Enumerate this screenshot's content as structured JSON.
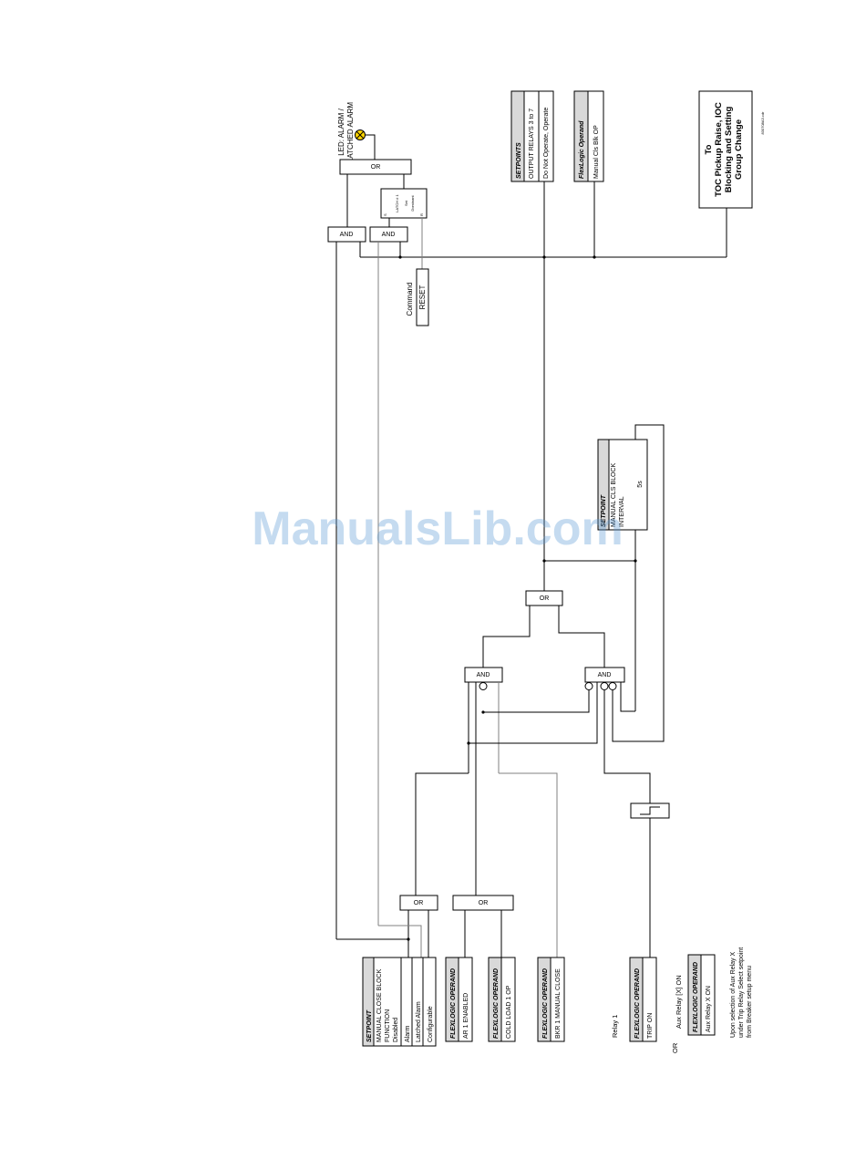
{
  "drawing_number": "830708A3.cdr",
  "to_box": {
    "line1": "To",
    "line2": "TOC Pickup Raise, IOC",
    "line3": "Blocking and Setting",
    "line4": "Group Change"
  },
  "output_relays": {
    "header": "SETPOINTS",
    "line1": "OUTPUT RELAYS 3 to 7",
    "line2": "Do Not Operate, Operate"
  },
  "flexlogic_top": {
    "header": "FlexLogic Operand",
    "line1": "Manual Cls Blk OP"
  },
  "led": {
    "line1": "LED: ALARM /",
    "line2": "LATCHED ALARM"
  },
  "latch": {
    "label": "LATCH # 1",
    "sub1": "Set",
    "sub2": "Dominant",
    "s": "S",
    "r": "R"
  },
  "reset": {
    "label": "RESET",
    "caption": "Command"
  },
  "gates": {
    "or_led": "OR",
    "and_a": "AND",
    "and_b": "AND",
    "or_mid": "OR",
    "and_left": "AND",
    "and_right": "AND",
    "or_bot1": "OR",
    "or_bot2": "OR"
  },
  "timer": {
    "header": "SETPOINT",
    "line1": "MANUAL CLS BLOCK",
    "line2": "INTERVAL",
    "value": "5s"
  },
  "setpoint_func": {
    "header": "SETPOINT",
    "line1": "MANUAL CLOSE BLOCK",
    "line2": "FUNCTION",
    "options": [
      "Disabled",
      "Alarm",
      "Latched Alarm",
      "Configurable"
    ]
  },
  "operand_ar": {
    "header": "FLEXLOGIC OPERAND",
    "value": "AR 1 ENABLED"
  },
  "operand_cold": {
    "header": "FLEXLOGIC OPERAND",
    "value": "COLD LOAD 1 OP"
  },
  "operand_bkr": {
    "header": "FLEXLOGIC OPERAND",
    "value": "BKR 1 MANUAL CLOSE"
  },
  "operand_trip": {
    "header": "FLEXLOGIC OPERAND",
    "value": "TRIP ON"
  },
  "operand_aux": {
    "header": "FLEXLOGIC OPERAND",
    "value": "Aux Relay X ON"
  },
  "relay1_label": "Relay 1",
  "or_label": "OR",
  "aux_relay_label": "Aux Relay [X] ON",
  "note": {
    "line1": "Upon selection of Aux Relay X",
    "line2": "under Trip Relay Select setpoint",
    "line3": "from Breaker setup menu"
  },
  "watermark": "ManualsLib.com"
}
